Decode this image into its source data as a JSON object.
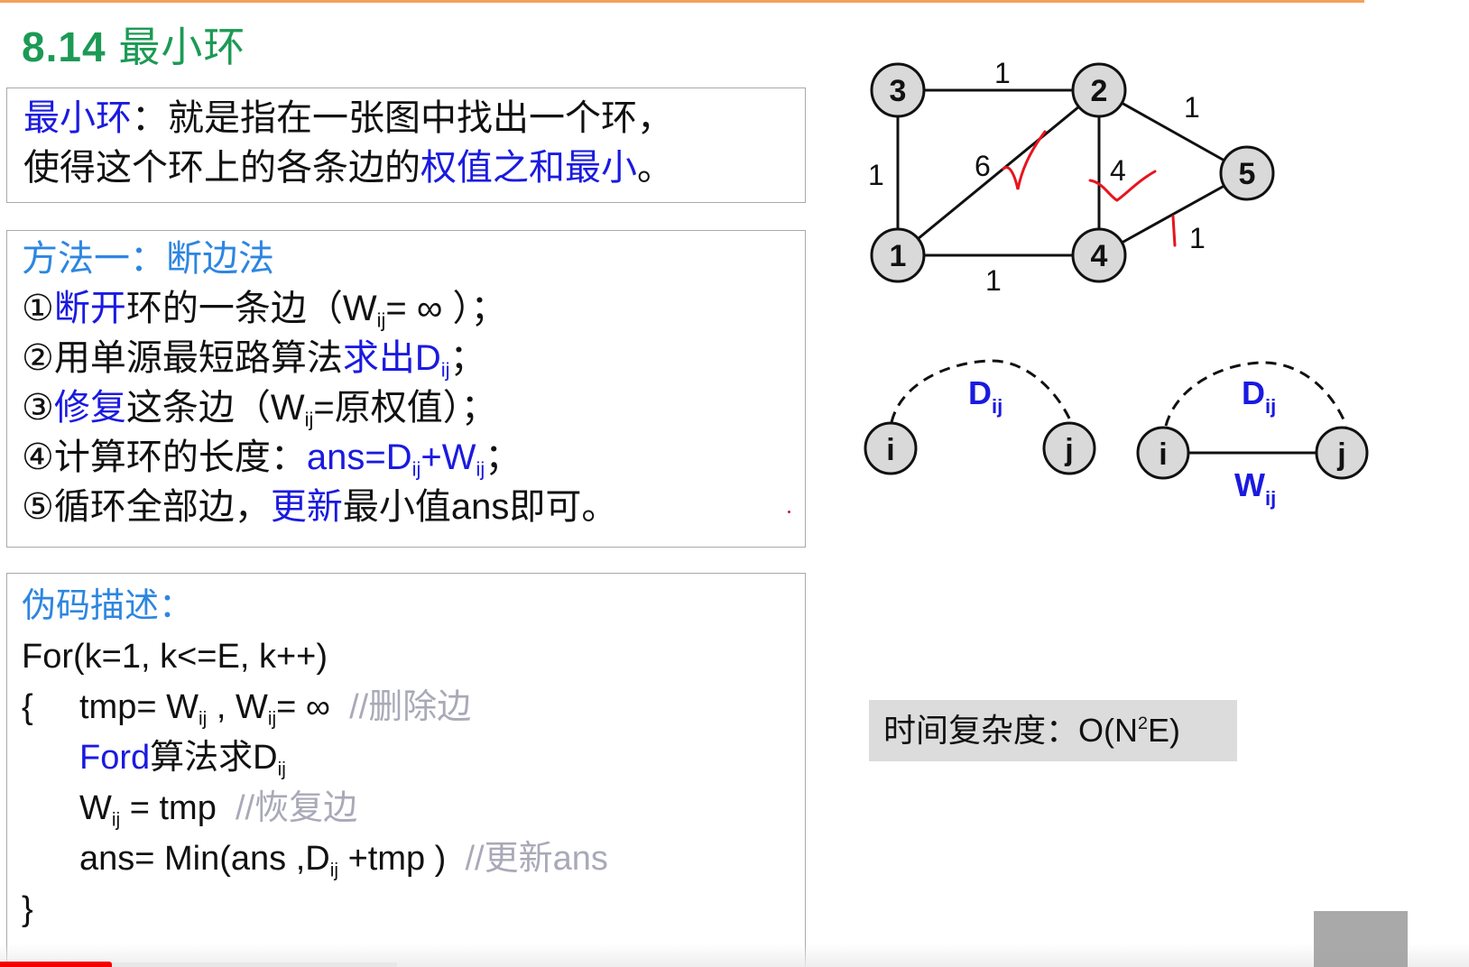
{
  "slide": {
    "title_number": "8.14",
    "title_text": "最小环"
  },
  "definition": {
    "term": "最小环",
    "colon": "：",
    "line1_rest": "就是指在一张图中找出一个环，",
    "line2_prefix": "使得这个环上的各条边的",
    "line2_highlight": "权值之和最小",
    "line2_suffix": "。"
  },
  "method": {
    "heading": "方法一：断边法",
    "steps": [
      {
        "marker": "①",
        "highlight": "断开",
        "text": "环的一条边（W",
        "sub": "ij",
        "tail": "= ∞ ）；"
      },
      {
        "marker": "②",
        "text": "用单源最短路算法",
        "highlight": "求出D",
        "sub": "ij",
        "tail": "；"
      },
      {
        "marker": "③",
        "highlight": "修复",
        "text": "这条边（W",
        "sub": "ij",
        "tail": "=原权值）；"
      },
      {
        "marker": "④",
        "text": "计算环的长度：",
        "formula_a": "ans=D",
        "sub1": "ij",
        "formula_b": "+W",
        "sub2": "ij",
        "tail": "；"
      },
      {
        "marker": "⑤",
        "text": "循环全部边，",
        "highlight": "更新",
        "tail": "最小值ans即可。"
      }
    ]
  },
  "pseudocode": {
    "heading": "伪码描述：",
    "for_line": "For(k=1, k<=E, k++)",
    "open_brace": "{",
    "line1_a": "tmp= W",
    "line1_sub1": "ij",
    "line1_b": " , W",
    "line1_sub2": "ij",
    "line1_c": "= ∞",
    "line1_comment": "//删除边",
    "line2_kw": "Ford",
    "line2_text": "算法求D",
    "line2_sub": "ij",
    "line3_a": "W",
    "line3_sub": "ij",
    "line3_b": " = tmp",
    "line3_comment": "//恢复边",
    "line4_a": "ans= Min(ans ,D",
    "line4_sub": "ij",
    "line4_b": " +tmp )",
    "line4_comment": "//更新ans",
    "close_brace": "}"
  },
  "graph": {
    "nodes": [
      {
        "id": "3",
        "label": "3"
      },
      {
        "id": "2",
        "label": "2"
      },
      {
        "id": "5",
        "label": "5"
      },
      {
        "id": "1",
        "label": "1"
      },
      {
        "id": "4",
        "label": "4"
      }
    ],
    "edges": [
      {
        "from": "3",
        "to": "2",
        "weight": "1"
      },
      {
        "from": "3",
        "to": "1",
        "weight": "1"
      },
      {
        "from": "2",
        "to": "1",
        "weight": "6",
        "annotation": "red-checkmark"
      },
      {
        "from": "2",
        "to": "4",
        "weight": "4",
        "annotation": "red-checkmark"
      },
      {
        "from": "2",
        "to": "5",
        "weight": "1"
      },
      {
        "from": "1",
        "to": "4",
        "weight": "1"
      },
      {
        "from": "4",
        "to": "5",
        "weight": "1",
        "annotation": "red-cut-mark"
      }
    ]
  },
  "ij_diagram": {
    "left": {
      "node_i": "i",
      "node_j": "j",
      "path_label": "D",
      "path_sub": "ij"
    },
    "right": {
      "node_i": "i",
      "node_j": "j",
      "path_label": "D",
      "path_sub": "ij",
      "edge_label": "W",
      "edge_sub": "ij"
    }
  },
  "complexity": {
    "label": "时间复杂度：",
    "value_prefix": "O(N",
    "value_sup": "2",
    "value_suffix": "E)"
  },
  "colors": {
    "title_green": "#1c9a55",
    "accent_blue": "#1a1ae0",
    "heading_blue": "#2d86e0",
    "comment_gray": "#a9a9b8",
    "annotation_red": "#e8141e",
    "top_rule_orange": "#f4a15a",
    "progress_red": "#f50000"
  },
  "video": {
    "progress_percent": 7.6
  }
}
